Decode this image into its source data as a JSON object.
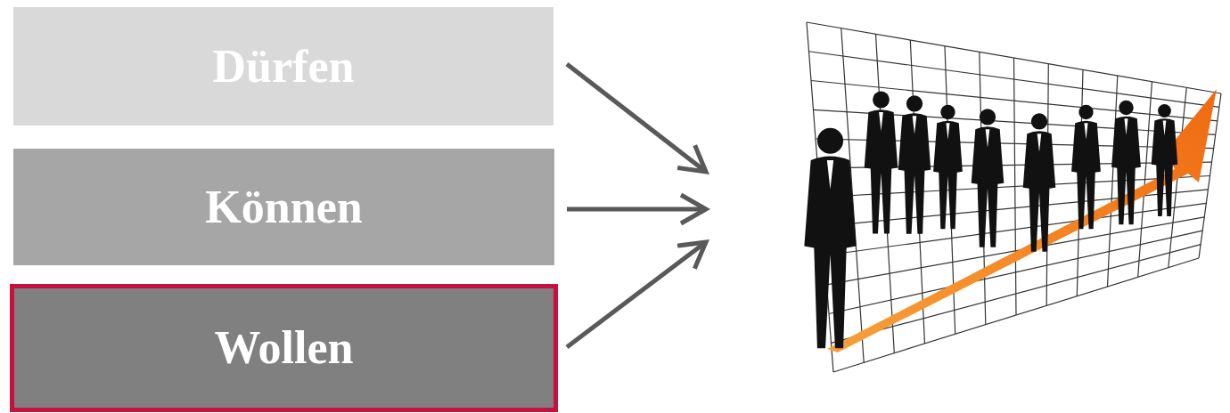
{
  "diagram": {
    "nodes": [
      {
        "text": [
          "Dürfen"
        ]
      },
      {
        "text": [
          "Können"
        ]
      },
      {
        "text": [
          "Wollen"
        ]
      }
    ]
  }
}
